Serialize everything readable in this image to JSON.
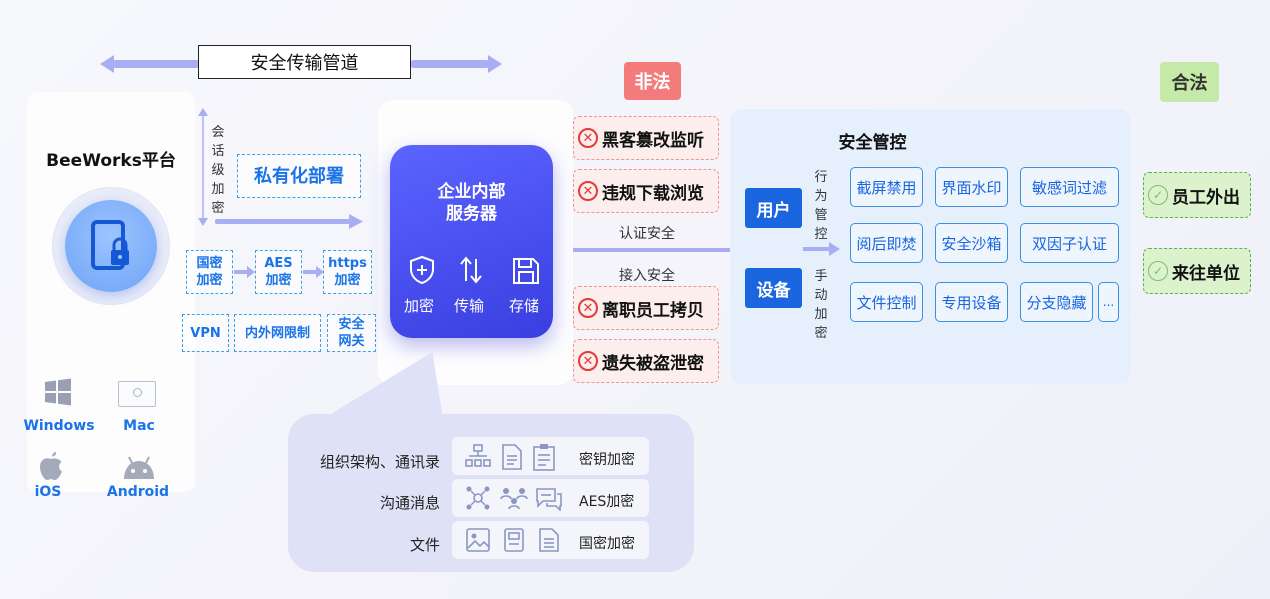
{
  "pipe": {
    "label": "安全传输管道"
  },
  "platform": {
    "title": "BeeWorks平台",
    "os": [
      "Windows",
      "Mac",
      "iOS",
      "Android"
    ]
  },
  "session": {
    "label_chars": [
      "会",
      "话",
      "级",
      "加",
      "密"
    ]
  },
  "deploy": {
    "label": "私有化部署"
  },
  "protocols": {
    "row1": [
      "国密\n加密",
      "AES\n加密",
      "https\n加密"
    ],
    "row2": [
      "VPN",
      "内外网限制",
      "安全\n网关"
    ]
  },
  "server": {
    "title_line1": "企业内部",
    "title_line2": "服务器",
    "functions": [
      "加密",
      "传输",
      "存储"
    ]
  },
  "bubble": {
    "rows": [
      {
        "label": "组织架构、通讯录",
        "method": "密钥加密"
      },
      {
        "label": "沟通消息",
        "method": "AES加密"
      },
      {
        "label": "文件",
        "method": "国密加密"
      }
    ]
  },
  "illegal": {
    "tag": "非法",
    "threats": [
      "黑客篡改监听",
      "违规下载浏览",
      "离职员工拷贝",
      "遗失被盗泄密"
    ]
  },
  "flow": {
    "auth": "认证安全",
    "access": "接入安全"
  },
  "security": {
    "title": "安全管控",
    "actors": [
      "用户",
      "设备"
    ],
    "behavior_chars": [
      "行",
      "为",
      "管",
      "控"
    ],
    "manual_chars": [
      "手",
      "动",
      "加",
      "密"
    ],
    "controls": [
      [
        "截屏禁用",
        "界面水印",
        "敏感词过滤"
      ],
      [
        "阅后即焚",
        "安全沙箱",
        "双因子认证"
      ],
      [
        "文件控制",
        "专用设备",
        "分支隐藏",
        "..."
      ]
    ]
  },
  "legal": {
    "tag": "合法",
    "items": [
      "员工外出",
      "来往单位"
    ]
  },
  "colors": {
    "primary_blue": "#1a66e0",
    "server_gradient": "#4a50f0",
    "illegal_red": "#f47b7b",
    "legal_green": "#c5e9a6"
  }
}
